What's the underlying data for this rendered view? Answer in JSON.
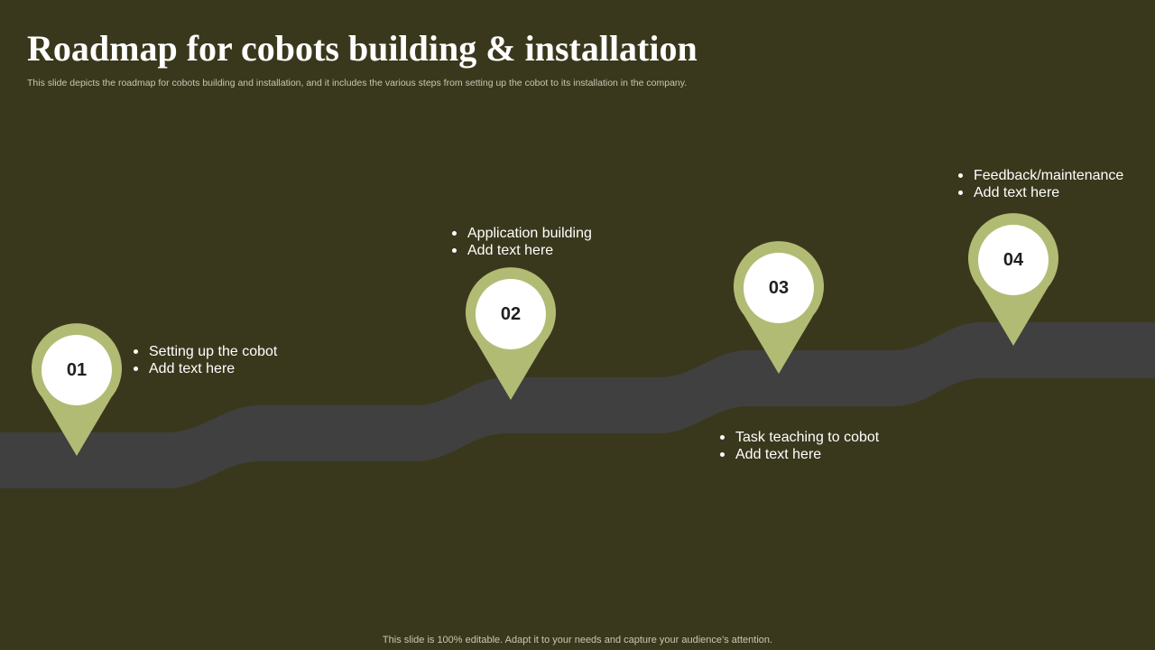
{
  "slide": {
    "title": "Roadmap for cobots building & installation",
    "subtitle": "This slide depicts the roadmap for cobots building and installation, and it includes the various steps from setting up the cobot to its installation in the company.",
    "footer": "This slide is 100% editable. Adapt it to your needs and capture your audience’s attention."
  },
  "colors": {
    "background": "#3a381c",
    "road": "#404040",
    "pin": "#b2bb74",
    "pin_center": "#ffffff",
    "text": "#ffffff",
    "number_text": "#1f1f1f"
  },
  "steps": [
    {
      "number": "01",
      "heading": "Setting up the cobot",
      "detail": "Add text here"
    },
    {
      "number": "02",
      "heading": "Application building",
      "detail": "Add text here"
    },
    {
      "number": "03",
      "heading": "Task teaching to cobot",
      "detail": "Add text here"
    },
    {
      "number": "04",
      "heading": "Feedback/maintenance",
      "detail": "Add text here"
    }
  ]
}
